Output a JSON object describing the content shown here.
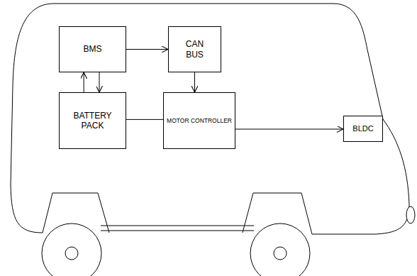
{
  "diagram": {
    "nodes": [
      {
        "text": [
          "BMS"
        ]
      },
      {
        "text": [
          "CAN BUS"
        ]
      },
      {
        "text": [
          "BATTERY PACK"
        ]
      },
      {
        "text": [
          "MOTOR CONTROLLER"
        ]
      },
      {
        "text": [
          "BLDC"
        ]
      }
    ],
    "edges": [
      {
        "from": 0,
        "to": 1,
        "arrow": "to"
      },
      {
        "from": 2,
        "to": 0,
        "arrow": "to"
      },
      {
        "from": 0,
        "to": 2,
        "arrow": "to"
      },
      {
        "from": 1,
        "to": 3,
        "arrow": "to"
      },
      {
        "from": 2,
        "to": 3,
        "arrow": "none"
      },
      {
        "from": 3,
        "to": 4,
        "arrow": "to"
      }
    ]
  }
}
